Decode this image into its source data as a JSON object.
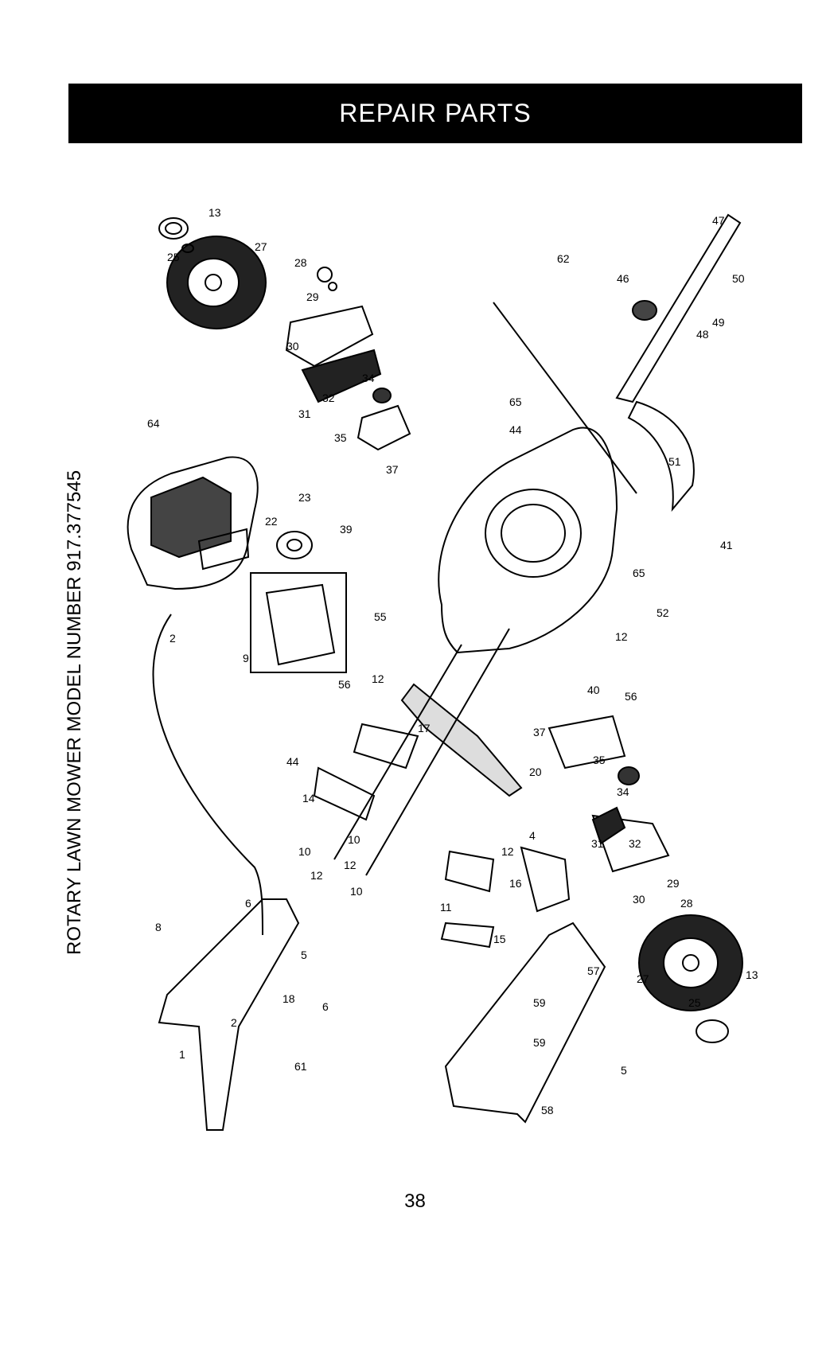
{
  "header": {
    "title": "REPAIR PARTS"
  },
  "side_title": "ROTARY LAWN MOWER MODEL NUMBER 917.377545",
  "page_number": "38",
  "diagram": {
    "part_labels": [
      "1",
      "2",
      "2",
      "4",
      "5",
      "5",
      "6",
      "6",
      "8",
      "9",
      "10",
      "10",
      "10",
      "11",
      "12",
      "12",
      "12",
      "12",
      "12",
      "13",
      "13",
      "14",
      "15",
      "16",
      "17",
      "18",
      "20",
      "22",
      "23",
      "25",
      "25",
      "27",
      "27",
      "28",
      "28",
      "29",
      "29",
      "30",
      "30",
      "31",
      "31",
      "32",
      "32",
      "34",
      "34",
      "35",
      "35",
      "37",
      "37",
      "39",
      "40",
      "41",
      "44",
      "44",
      "46",
      "47",
      "48",
      "49",
      "50",
      "51",
      "52",
      "55",
      "56",
      "56",
      "57",
      "58",
      "59",
      "59",
      "61",
      "62",
      "64",
      "65",
      "65"
    ]
  }
}
